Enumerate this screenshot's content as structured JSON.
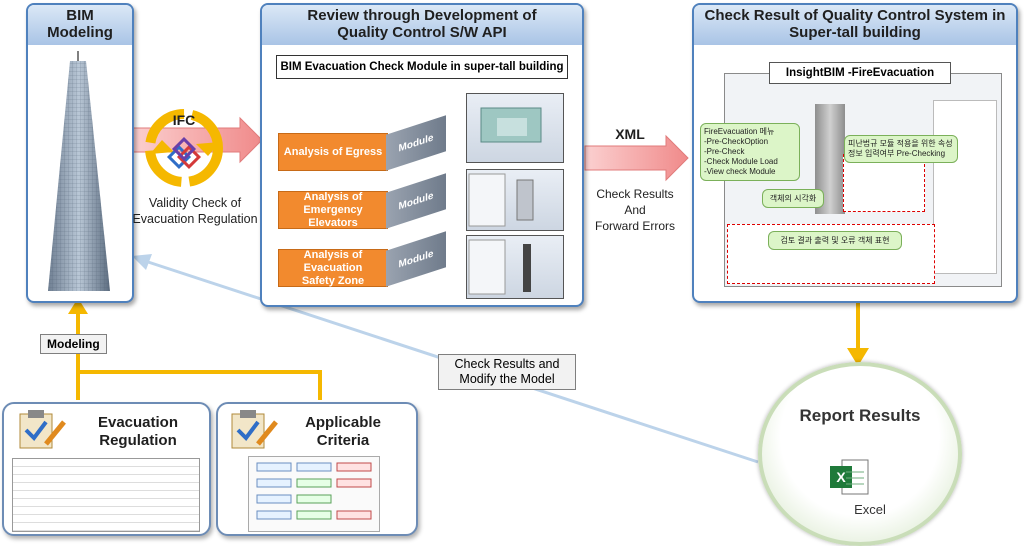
{
  "left_panel": {
    "title": "BIM\nModeling"
  },
  "ifc": {
    "label": "IFC",
    "caption": "Validity Check of\nEvacuation Regulation"
  },
  "center_panel": {
    "title": "Review through Development of\nQuality Control S/W API",
    "module_header": "BIM Evacuation Check Module in super-tall building",
    "modules": [
      {
        "label": "Analysis of Egress",
        "side": "Module"
      },
      {
        "label": "Analysis of\nEmergency Elevators",
        "side": "Module"
      },
      {
        "label": "Analysis of Evacuation\nSafety Zone",
        "side": "Module"
      }
    ]
  },
  "xml_arrow": {
    "label": "XML",
    "caption": "Check Results\nAnd\nForward Errors"
  },
  "right_panel": {
    "title": "Check Result of Quality Control System in\nSuper-tall building",
    "app_title": "InsightBIM -FireEvacuation",
    "callout_menu": "FireEvacuation 메뉴\n-Pre-CheckOption\n-Pre-Check\n-Check Module Load\n-View check Module",
    "callout_input": "피난법규 모듈 적용을 위한 속성\n정보 입력여부 Pre-Checking",
    "callout_visual": "객체의 시각화",
    "callout_output": "검토 결과 출력 및 오류 객체 표현"
  },
  "report": {
    "title": "Report Results",
    "excel_label": "Excel"
  },
  "modeling_tag": "Modeling",
  "feedback_tag": "Check Results and\nModify the Model",
  "evac_doc": {
    "title": "Evacuation\nRegulation"
  },
  "criteria_doc": {
    "title": "Applicable\nCriteria"
  },
  "colors": {
    "accent_blue": "#4f81bd",
    "module_orange": "#f28a2e",
    "arrow_yellow": "#f5b800",
    "arrow_pink": "#f4a0a0"
  }
}
